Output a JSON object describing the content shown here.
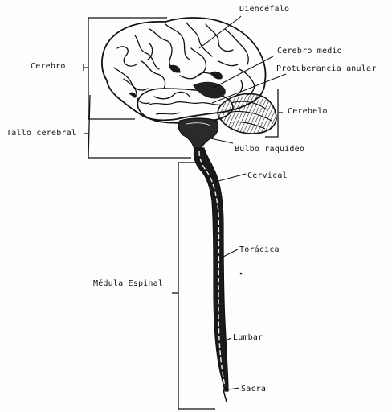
{
  "labels": {
    "diencefalo": "Diencéfalo",
    "cerebro_medio": "Cerebro medio",
    "protuberancia": "Protuberancia anular",
    "cerebro": "Cerebro",
    "cerebelo": "Cerebelo",
    "tallo": "Tallo cerebral",
    "bulbo": "Bulbo raquídeo",
    "cervical": "Cervical",
    "toracica": "Torácica",
    "medula": "Médula Espinal",
    "lumbar": "Lumbar",
    "sacra": "Sacra"
  }
}
